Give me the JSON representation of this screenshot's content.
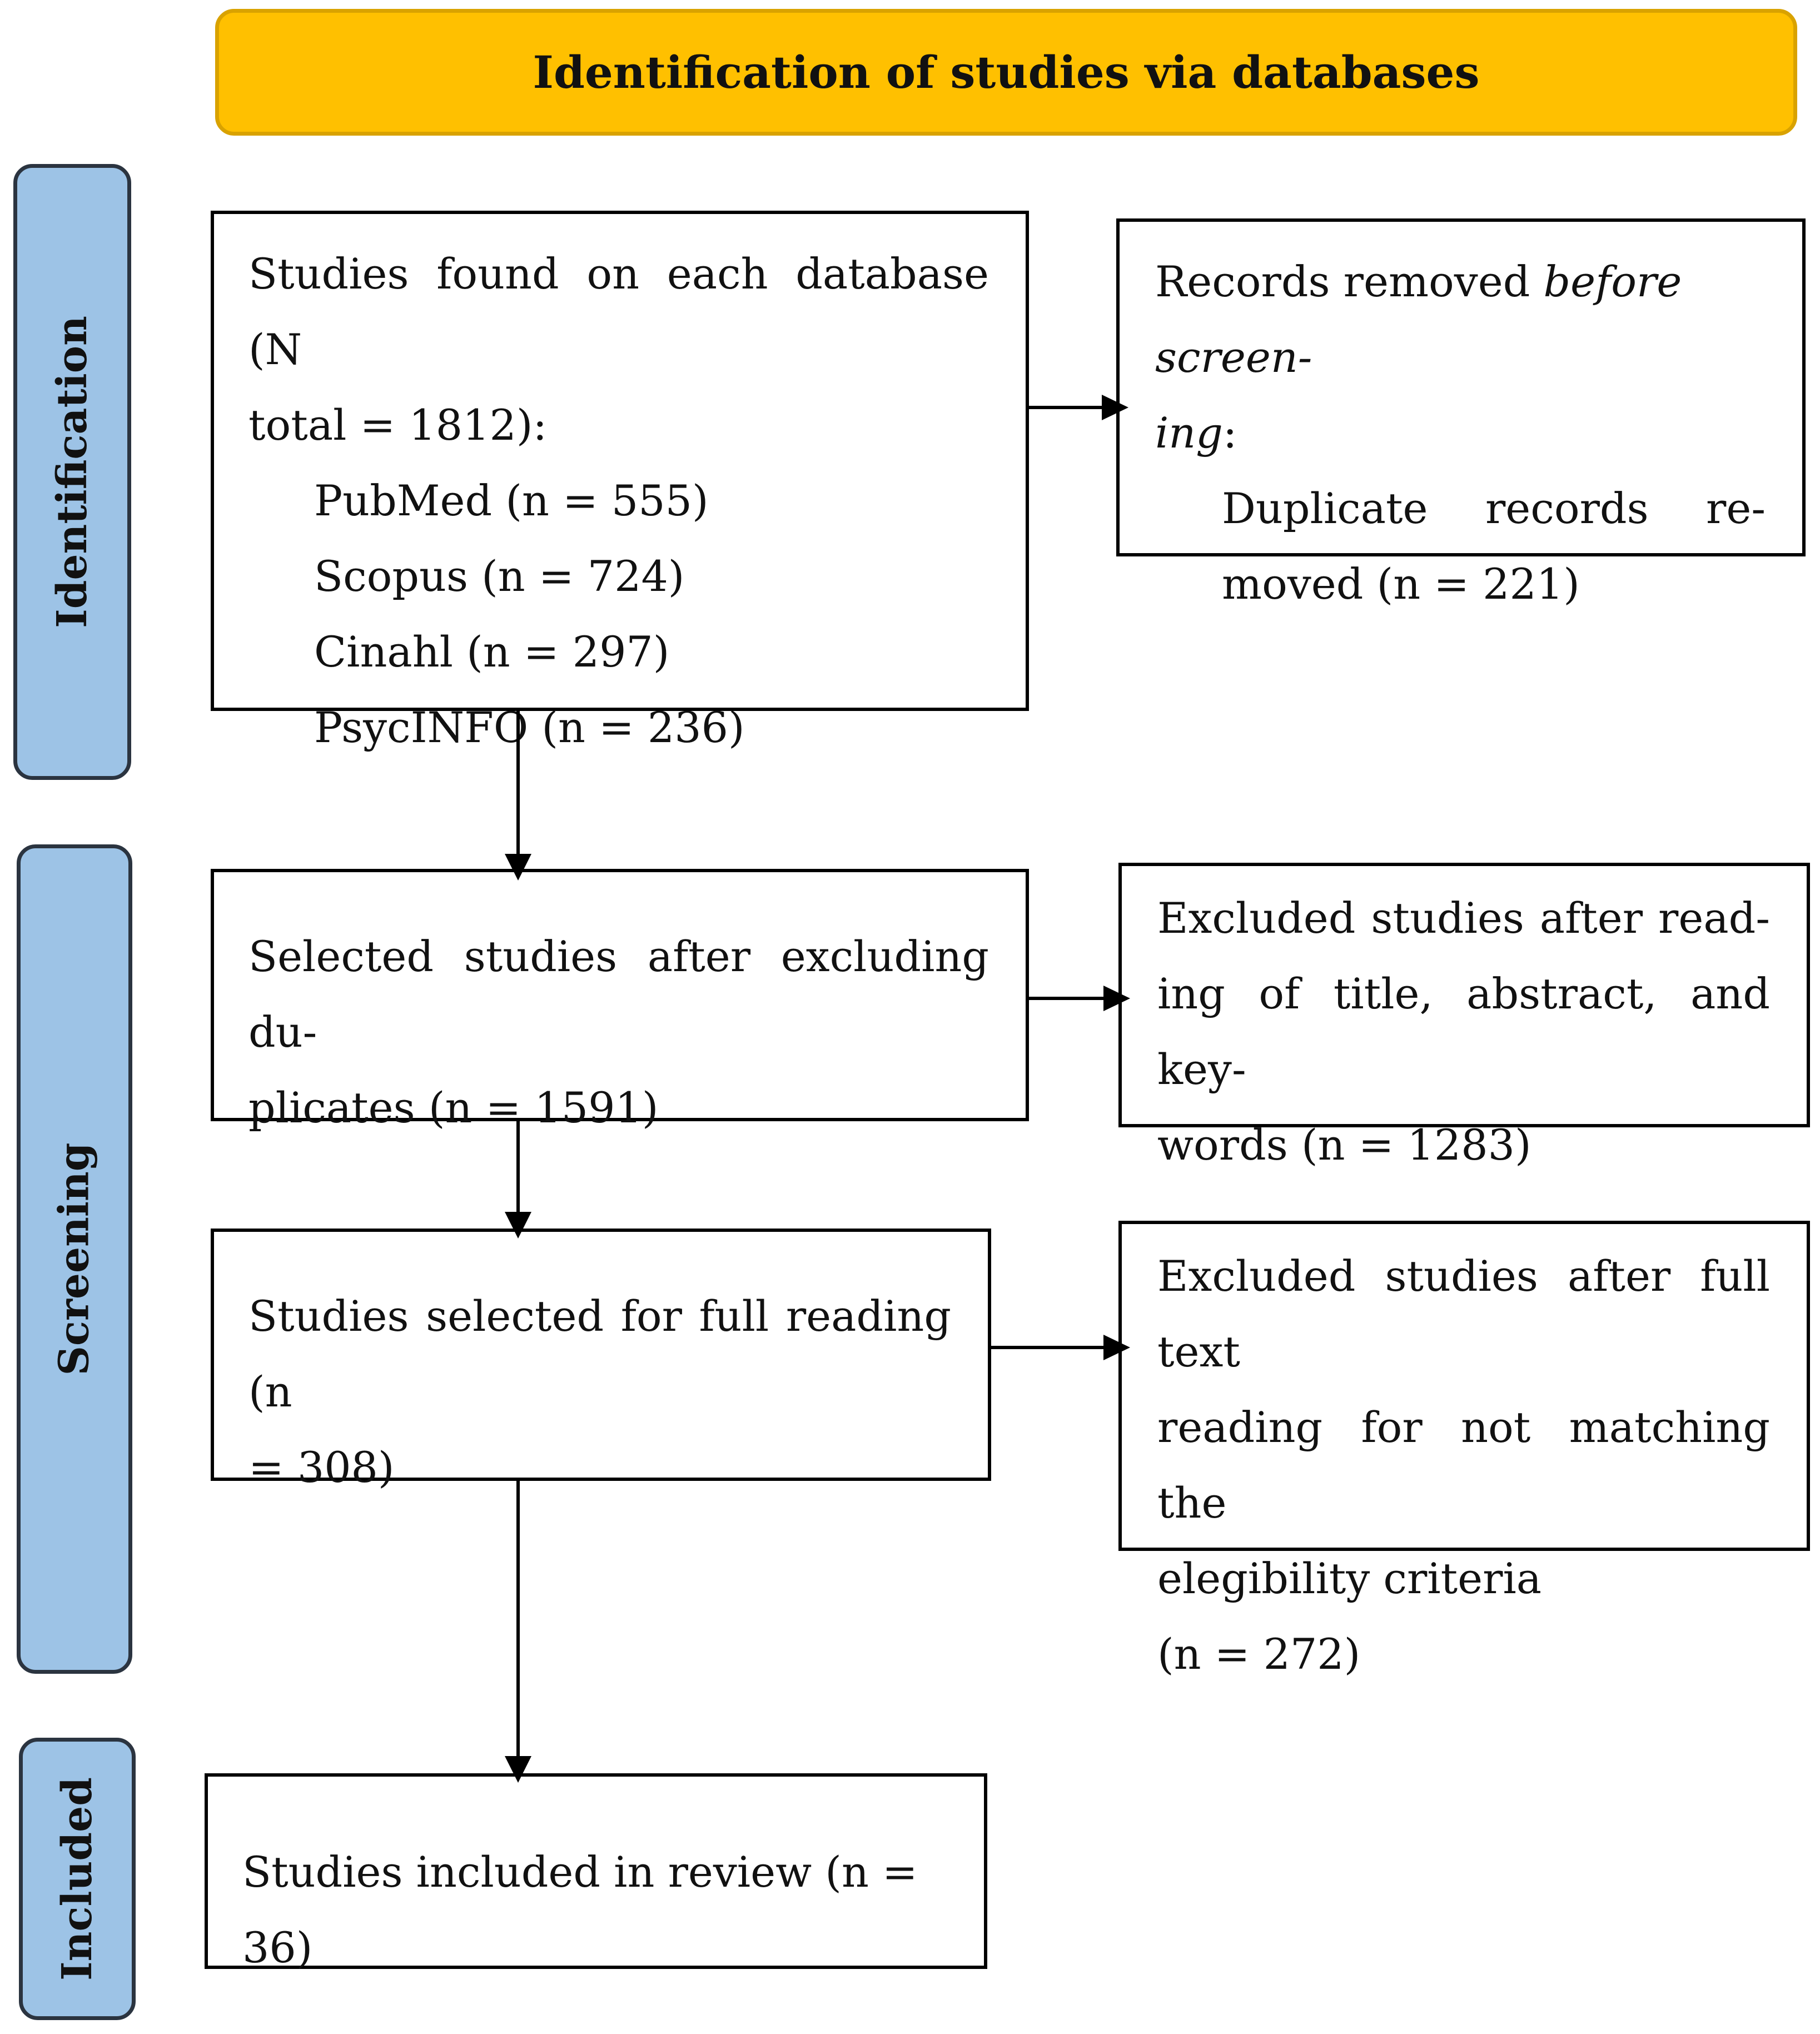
{
  "header": {
    "title": "Identification of studies via databases"
  },
  "phases": {
    "identification": "Identification",
    "screening": "Screening",
    "included": "Included"
  },
  "identification_box": {
    "line1": "Studies found on each database (N",
    "line2": "total = 1812):",
    "databases": [
      "PubMed (n = 555)",
      "Scopus (n = 724)",
      "Cinahl (n = 297)",
      "PsycINFO (n = 236)"
    ]
  },
  "removed_box": {
    "lead": "Records removed ",
    "lead_italic": "before screen-",
    "line2_italic": "ing",
    "line2_rest": ":",
    "line3": "Duplicate records re-",
    "line4": "moved (n = 221)"
  },
  "screening_box": {
    "line1": "Selected studies after excluding du-",
    "line2": "plicates (n = 1591)"
  },
  "excluded_title_box": {
    "line1": "Excluded studies after read-",
    "line2": "ing of title, abstract, and key-",
    "line3": "words (n = 1283)"
  },
  "full_reading_box": {
    "line1": "Studies selected for full reading (n",
    "line2": "= 308)"
  },
  "excluded_full_box": {
    "line1": "Excluded studies after full text",
    "line2": "reading for not matching the",
    "line3": "elegibility criteria",
    "line4": "(n = 272)"
  },
  "included_box": {
    "text": "Studies included in review (n = 36)"
  }
}
